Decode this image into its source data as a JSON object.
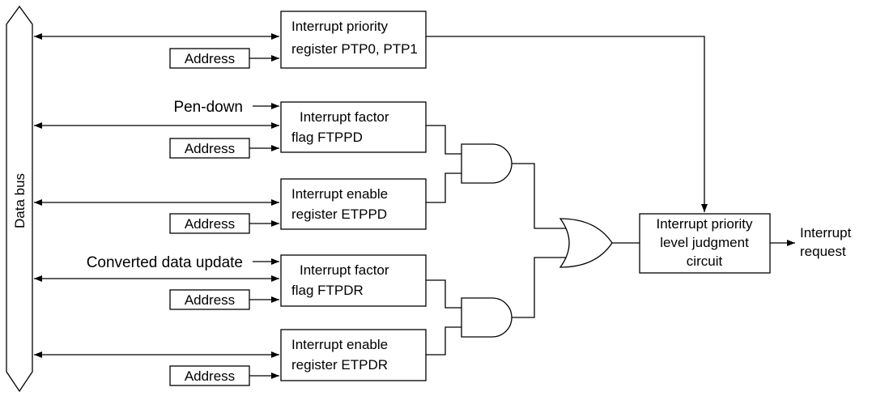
{
  "bus_label": "Data bus",
  "address_label": "Address",
  "inputs": {
    "pen_down": "Pen-down",
    "converted": "Converted data update"
  },
  "registers": {
    "priority": {
      "line1": "Interrupt priority",
      "line2": "register  PTP0, PTP1"
    },
    "flag_pd": {
      "line1": "Interrupt factor",
      "line2": "flag   FTPPD"
    },
    "enable_pd": {
      "line1": "Interrupt enable",
      "line2": "register   ETPPD"
    },
    "flag_dr": {
      "line1": "Interrupt factor",
      "line2": "flag   FTPDR"
    },
    "enable_dr": {
      "line1": "Interrupt enable",
      "line2": "register   ETPDR"
    }
  },
  "judgment": {
    "line1": "Interrupt priority",
    "line2": "level judgment",
    "line3": "circuit"
  },
  "output": {
    "line1": "Interrupt",
    "line2": "request"
  }
}
